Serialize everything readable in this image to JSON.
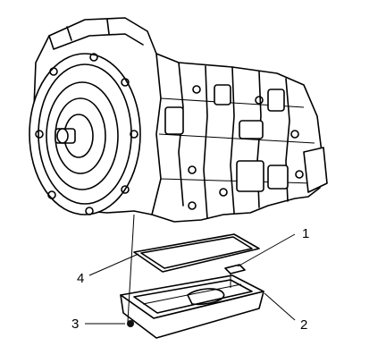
{
  "callouts": [
    {
      "id": "1",
      "text": "1"
    },
    {
      "id": "2",
      "text": "2"
    },
    {
      "id": "3",
      "text": "3"
    },
    {
      "id": "4",
      "text": "4"
    }
  ],
  "colors": {
    "line": "#000000",
    "background": "#ffffff"
  },
  "icons": [
    "transmission-assembly-illustration",
    "pan-gasket-illustration",
    "oil-pan-illustration",
    "filter-illustration",
    "drain-plug-illustration"
  ]
}
